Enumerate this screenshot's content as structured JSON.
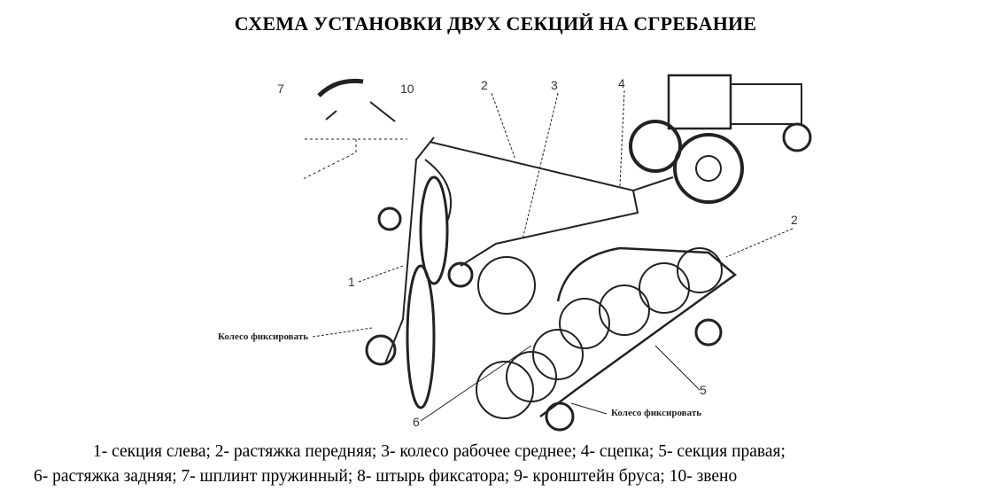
{
  "title": "СХЕМА УСТАНОВКИ ДВУХ СЕКЦИЙ НА СГРЕБАНИЕ",
  "diagram": {
    "callouts": [
      "7",
      "10",
      "2",
      "3",
      "4",
      "2",
      "1",
      "5",
      "6"
    ],
    "notes": [
      "Колесо фиксировать",
      "Колесо фиксировать"
    ]
  },
  "caption": {
    "line1": "1- секция слева; 2- растяжка передняя; 3- колесо рабочее среднее; 4- сцепка; 5- секция правая;",
    "line2": "6- растяжка задняя; 7- шплинт пружинный; 8- штырь фиксатора; 9- кронштейн бруса; 10- звено"
  }
}
